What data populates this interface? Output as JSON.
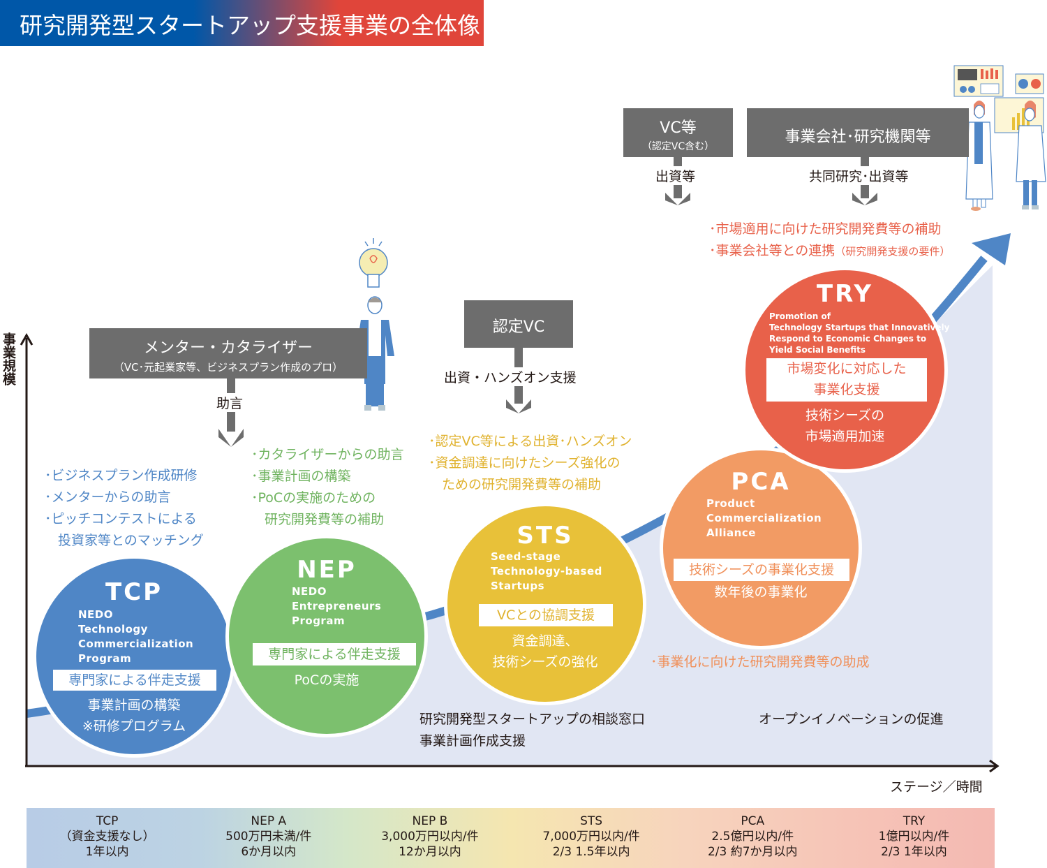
{
  "title": "研究開発型スタートアップ支援事業の全体像",
  "axes": {
    "y_label": "事業規模",
    "x_label": "ステージ／時間"
  },
  "colors": {
    "tcp": "#4f86c6",
    "nep": "#7cc06e",
    "sts": "#e8c139",
    "pca": "#f29b64",
    "try": "#e8614a",
    "curve": "#4f86c6",
    "area": "#e1e6f3",
    "gray_box": "#6d6d6d"
  },
  "supporters": {
    "mentor": {
      "title": "メンター・カタライザー",
      "subtitle": "（VC･元起業家等、ビジネスプラン作成のプロ）",
      "arrow_label": "助言",
      "icons": [
        "lightbulb-icon",
        "person-icon"
      ]
    },
    "vc_certified": {
      "title": "認定VC",
      "arrow_label": "出資・ハンズオン支援"
    },
    "vc_etc": {
      "title": "VC等",
      "subtitle": "（認定VC含む）",
      "arrow_label": "出資等"
    },
    "companies": {
      "title": "事業会社･研究機関等",
      "arrow_label": "共同研究･出資等",
      "icons": [
        "researchers-icon",
        "dashboard-icon"
      ]
    }
  },
  "programs": [
    {
      "abbr": "TCP",
      "full_name": [
        "NEDO",
        "Technology",
        "Commercialization",
        "Program"
      ],
      "badge": "専門家による伴走支援",
      "desc": [
        "事業計画の構築",
        "※研修プログラム"
      ],
      "bullets": [
        "･ビジネスプラン作成研修",
        "･メンターからの助言",
        "･ピッチコンテストによる",
        "　投資家等とのマッチング"
      ]
    },
    {
      "abbr": "NEP",
      "full_name": [
        "NEDO",
        "Entrepreneurs",
        "Program"
      ],
      "badge": "専門家による伴走支援",
      "desc": [
        "PoCの実施"
      ],
      "bullets": [
        "･カタライザーからの助言",
        "･事業計画の構築",
        "･PoCの実施のための",
        "　研究開発費等の補助"
      ]
    },
    {
      "abbr": "STS",
      "full_name": [
        "Seed-stage",
        "Technology-based",
        "Startups"
      ],
      "badge": "VCとの協調支援",
      "desc": [
        "資金調達、",
        "技術シーズの強化"
      ],
      "bullets": [
        "･認定VC等による出資･ハンズオン",
        "･資金調達に向けたシーズ強化の",
        "　ための研究開発費等の補助"
      ]
    },
    {
      "abbr": "PCA",
      "full_name": [
        "Product",
        "Commercialization",
        "Alliance"
      ],
      "badge": "技術シーズの事業化支援",
      "desc": [
        "数年後の事業化"
      ],
      "bullets": [
        "･事業化に向けた研究開発費等の助成"
      ]
    },
    {
      "abbr": "TRY",
      "full_name": [
        "Promotion of",
        "Technology Startups that Innovatively",
        "Respond to Economic Changes to",
        "Yield Social Benefits"
      ],
      "badge": [
        "市場変化に対応した",
        "事業化支援"
      ],
      "desc": [
        "技術シーズの",
        "市場適用加速"
      ],
      "bullets": [
        "･市場適用に向けた研究開発費等の補助",
        "･事業会社等との連携"
      ],
      "bullet_note": "（研究開発支援の要件）"
    }
  ],
  "area_notes": {
    "left": [
      "研究開発型スタートアップの相談窓口",
      "事業計画作成支援"
    ],
    "right": "オープンイノベーションの促進"
  },
  "funding_table": [
    {
      "name": "TCP",
      "amount": "（資金支援なし）",
      "period": "1年以内"
    },
    {
      "name": "NEP A",
      "amount": "500万円未満/件",
      "period": "6か月以内"
    },
    {
      "name": "NEP B",
      "amount": "3,000万円以内/件",
      "period": "12か月以内"
    },
    {
      "name": "STS",
      "amount": "7,000万円以内/件",
      "period": "2/3 1.5年以内"
    },
    {
      "name": "PCA",
      "amount": "2.5億円以内/件",
      "period": "2/3 約7か月以内"
    },
    {
      "name": "TRY",
      "amount": "1億円以内/件",
      "period": "2/3 1年以内"
    }
  ]
}
